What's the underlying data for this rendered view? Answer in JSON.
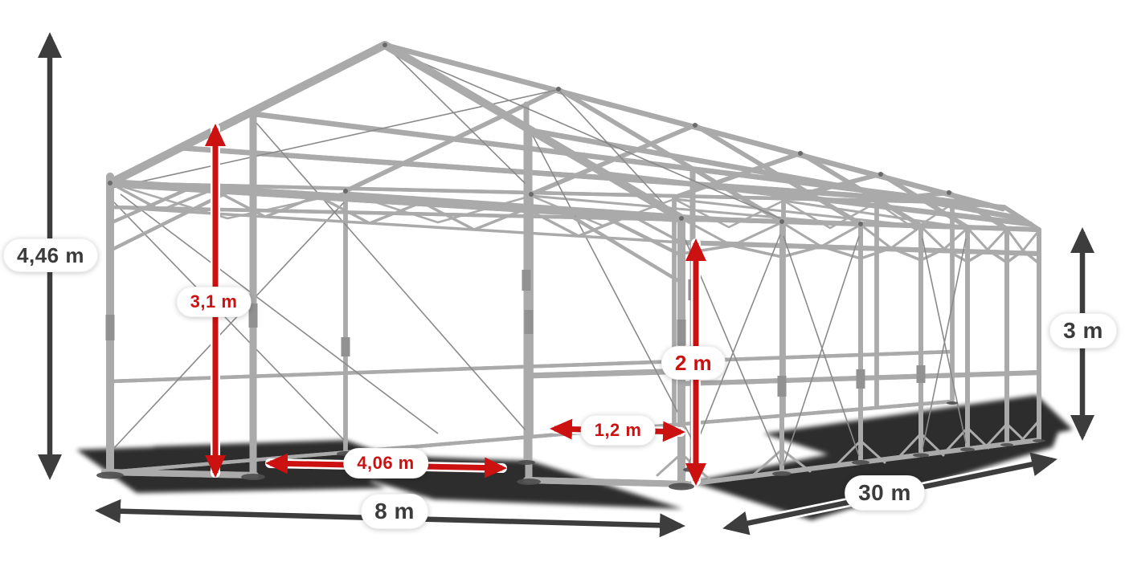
{
  "illustration": {
    "subject": "storage-tent-steel-frame-wireframe",
    "view": "perspective-front-left",
    "background": "#ffffff"
  },
  "colors": {
    "dimension_dark": "#3d3d3d",
    "dimension_red": "#cc1111",
    "frame_light": "#ebebeb",
    "frame_mid": "#aaaaaa",
    "shadow": "#000000",
    "label_background": "#ffffff"
  },
  "dims": {
    "total_height": {
      "text": "4,46 m",
      "color": "#3b3b3b",
      "orientation": "vertical"
    },
    "entry_height": {
      "text": "3,1 m",
      "color": "#cc1111",
      "orientation": "vertical"
    },
    "width": {
      "text": "8 m",
      "color": "#3b3b3b",
      "orientation": "horizontal"
    },
    "entry_width": {
      "text": "4,06 m",
      "color": "#cc1111",
      "orientation": "horizontal"
    },
    "post_offset": {
      "text": "1,2 m",
      "color": "#cc1111",
      "orientation": "horizontal"
    },
    "inner_height": {
      "text": "2 m",
      "color": "#cc1111",
      "orientation": "vertical"
    },
    "side_height": {
      "text": "3 m",
      "color": "#3b3b3b",
      "orientation": "vertical"
    },
    "length": {
      "text": "30 m",
      "color": "#3b3b3b",
      "orientation": "diagonal"
    }
  }
}
